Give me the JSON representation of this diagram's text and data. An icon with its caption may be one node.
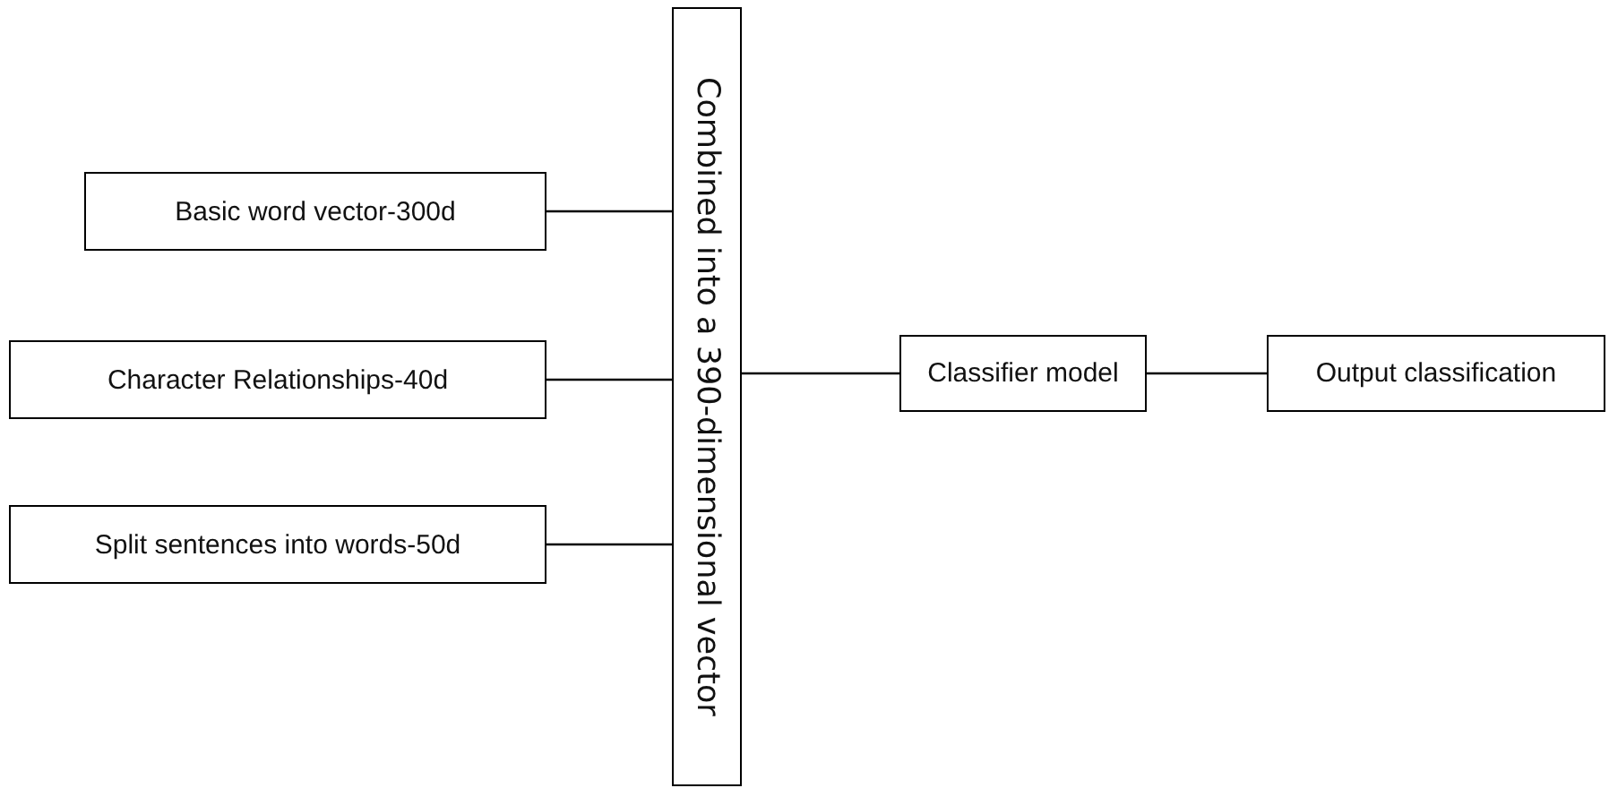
{
  "diagram": {
    "nodes": [
      {
        "text": [
          "Basic word vector-300d"
        ]
      },
      {
        "text": [
          "Character Relationships-40d"
        ]
      },
      {
        "text": [
          "Split sentences into words-50d"
        ]
      },
      {
        "text": [
          "Combined into a 390-dimensional vector"
        ]
      },
      {
        "text": [
          "Classifier model"
        ]
      },
      {
        "text": [
          "Output classification"
        ]
      }
    ],
    "edges": [
      {
        "from": 0,
        "to": 3,
        "arrow": "none"
      },
      {
        "from": 1,
        "to": 3,
        "arrow": "none"
      },
      {
        "from": 2,
        "to": 3,
        "arrow": "none"
      },
      {
        "from": 3,
        "to": 4,
        "arrow": "none"
      },
      {
        "from": 4,
        "to": 5,
        "arrow": "none"
      }
    ]
  }
}
